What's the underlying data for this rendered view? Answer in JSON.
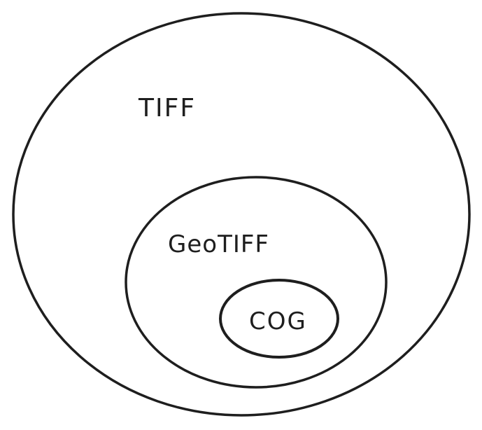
{
  "diagram": {
    "title": "Nested format diagram",
    "sets": [
      {
        "label": "TIFF"
      },
      {
        "label": "GeoTIFF"
      },
      {
        "label": "COG"
      }
    ],
    "stroke_color": "#1e1e1e"
  }
}
